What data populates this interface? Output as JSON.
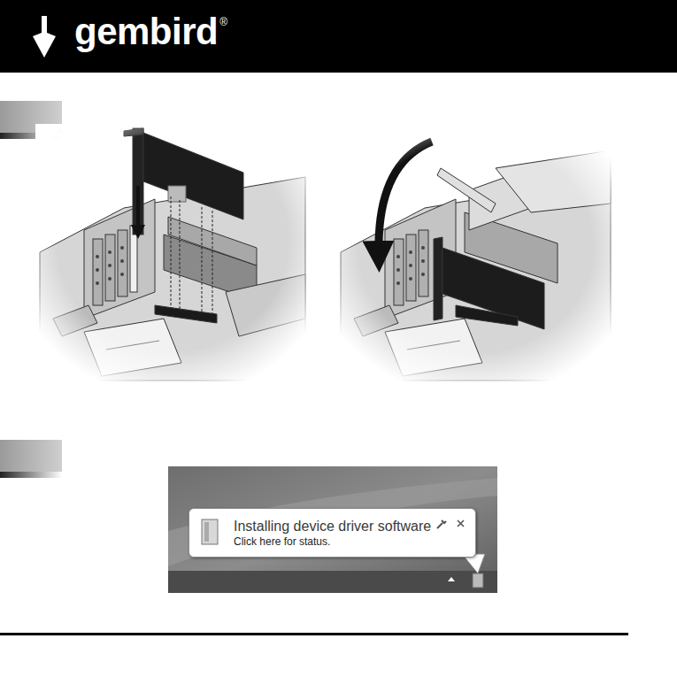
{
  "diagram": {
    "nodes": [
      {
        "text": [
          "Installing device driver software",
          "Click here for status."
        ]
      }
    ],
    "labels": [
      "gembird",
      "®"
    ]
  }
}
